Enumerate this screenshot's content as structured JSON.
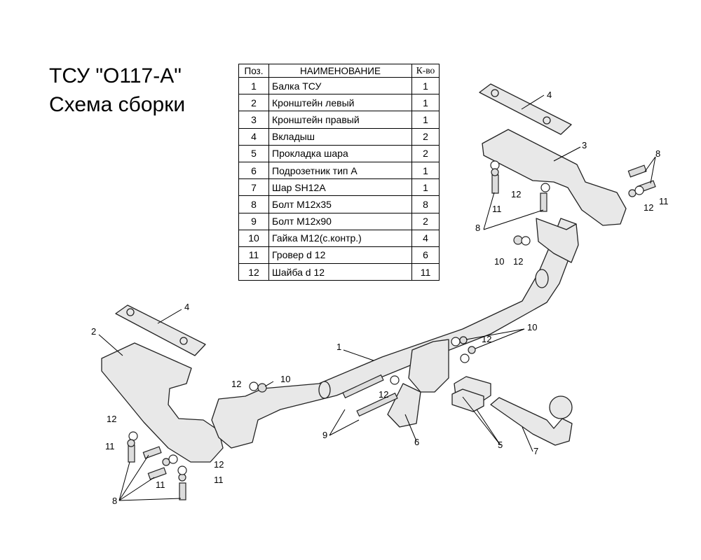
{
  "title": "ТСУ \"О117-А\"",
  "subtitle": "Схема сборки",
  "table": {
    "headers": {
      "pos": "Поз.",
      "name": "НАИМЕНОВАНИЕ",
      "qty": "К-во"
    },
    "rows": [
      {
        "pos": "1",
        "name": "Балка ТСУ",
        "qty": "1"
      },
      {
        "pos": "2",
        "name": "Кронштейн левый",
        "qty": "1"
      },
      {
        "pos": "3",
        "name": "Кронштейн правый",
        "qty": "1"
      },
      {
        "pos": "4",
        "name": "Вкладыш",
        "qty": "2"
      },
      {
        "pos": "5",
        "name": "Прокладка шара",
        "qty": "2"
      },
      {
        "pos": "6",
        "name": "Подрозетник тип А",
        "qty": "1"
      },
      {
        "pos": "7",
        "name": "Шар SH12A",
        "qty": "1"
      },
      {
        "pos": "8",
        "name": "Болт М12х35",
        "qty": "8"
      },
      {
        "pos": "9",
        "name": "Болт М12х90",
        "qty": "2"
      },
      {
        "pos": "10",
        "name": "Гайка М12(с.контр.)",
        "qty": "4"
      },
      {
        "pos": "11",
        "name": "Гровер  d 12",
        "qty": "6"
      },
      {
        "pos": "12",
        "name": "Шайба d 12",
        "qty": "11"
      }
    ]
  },
  "callouts": {
    "beam": "1",
    "bracket_left": "2",
    "bracket_right": "3",
    "insert_right": "4",
    "insert_left": "4",
    "ball_spacers": "5",
    "socket_plate": "6",
    "towball": "7",
    "bolts_left": "8",
    "bolts_right_top": "8",
    "bolts_right_side": "8",
    "bolts_long": "9",
    "nut_right_top": "10",
    "nuts_center": "10",
    "nut_left": "10",
    "spring_washer_lt": "11",
    "spring_washer_lb1": "11",
    "spring_washer_lb2": "11",
    "spring_washer_rt": "11",
    "spring_washer_rs": "11",
    "washer_lt": "12",
    "washer_lb": "12",
    "washer_rt": "12",
    "washer_rs": "12",
    "washer_rn": "12",
    "washer_center": "12",
    "washer_center2": "12",
    "washer_left_nut": "12"
  }
}
